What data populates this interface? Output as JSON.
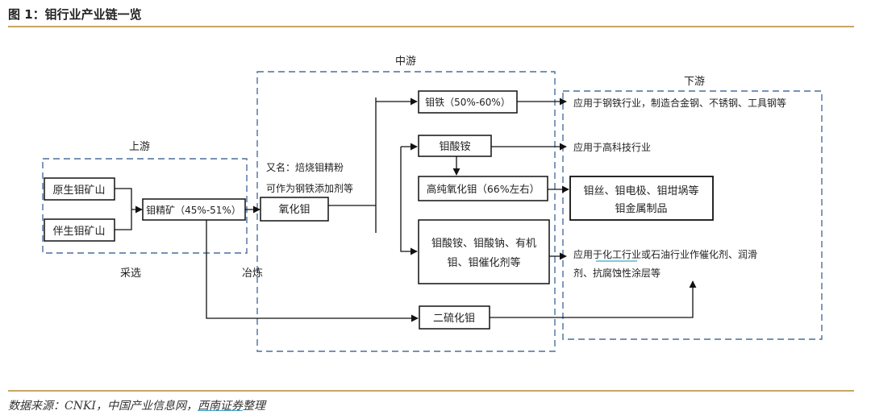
{
  "title": "图 1：钼行业产业链一览",
  "regions": {
    "upstream": "上游",
    "midstream": "中游",
    "downstream": "下游"
  },
  "process_labels": {
    "mining": "采选",
    "smelting": "冶炼"
  },
  "nodes": {
    "primary_mine": "原生钼矿山",
    "associated_mine": "伴生钼矿山",
    "concentrate": "钼精矿（45%-51%）",
    "oxide": "氧化钼",
    "ferromoly": "钼铁（50%-60%）",
    "ammonium": "钼酸铵",
    "high_purity": "高纯氧化钼（66%左右）",
    "chemicals_line1": "钼酸铵、钼酸钠、有机",
    "chemicals_line2": "钼、钼催化剂等",
    "disulfide": "二硫化钼",
    "metal_products_line1": "钼丝、钼电极、钼坩埚等",
    "metal_products_line2": "钼金属制品"
  },
  "annotations": {
    "alias": "又名：焙烧钼精粉",
    "additive": "可作为钢铁添加剂等"
  },
  "applications": {
    "steel": "应用于钢铁行业，制造合金钢、不锈钢、工具钢等",
    "hightech": "应用于高科技行业",
    "chem_line1": "应用于化工行业或石油行业作催化剂、润滑",
    "chem_line2": "剂、抗腐蚀性涂层等"
  },
  "source": {
    "prefix": "数据来源：CNKI，中国产业信息网，",
    "highlight": "西南证券",
    "suffix": "整理"
  },
  "colors": {
    "region_border": "#4a6f9c",
    "rule": "#c8a566"
  }
}
